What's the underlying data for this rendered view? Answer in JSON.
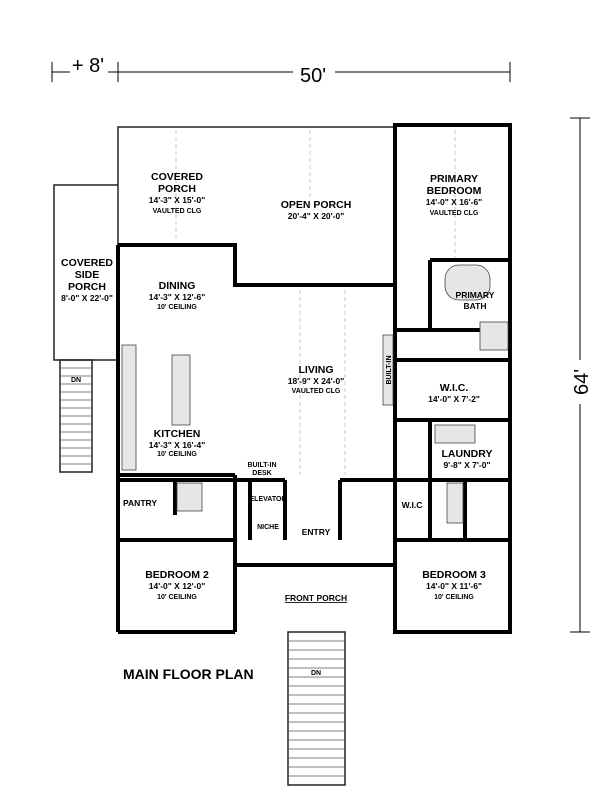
{
  "dimensions": {
    "extension": "+ 8'",
    "width": "50'",
    "depth": "64'"
  },
  "title": "MAIN FLOOR PLAN",
  "rooms": {
    "covered_porch": {
      "name1": "COVERED",
      "name2": "PORCH",
      "size": "14'-3\" X 15'-0\"",
      "note": "VAULTED CLG"
    },
    "open_porch": {
      "name": "OPEN PORCH",
      "size": "20'-4\" X 20'-0\""
    },
    "primary_bedroom": {
      "name1": "PRIMARY",
      "name2": "BEDROOM",
      "size": "14'-0\" X 16'-6\"",
      "note": "VAULTED CLG"
    },
    "covered_side_porch": {
      "name1": "COVERED",
      "name2": "SIDE",
      "name3": "PORCH",
      "size": "8'-0\" X 22'-0\""
    },
    "dining": {
      "name": "DINING",
      "size": "14'-3\" X 12'-6\"",
      "note": "10' CEILING"
    },
    "primary_bath": {
      "name1": "PRIMARY",
      "name2": "BATH"
    },
    "living": {
      "name": "LIVING",
      "size": "18'-9\" X 24'-0\"",
      "note": "VAULTED CLG"
    },
    "built_in": {
      "name": "BUILT-IN"
    },
    "wic_primary": {
      "name": "W.I.C.",
      "size": "14'-0\" X 7'-2\""
    },
    "kitchen": {
      "name": "KITCHEN",
      "size": "14'-3\" X 16'-4\"",
      "note": "10' CEILING"
    },
    "built_in_desk": {
      "name1": "BUILT-IN",
      "name2": "DESK"
    },
    "laundry": {
      "name": "LAUNDRY",
      "size": "9'-8\" X 7'-0\""
    },
    "pantry": {
      "name": "PANTRY"
    },
    "elevator": {
      "name": "ELEVATOR"
    },
    "niche": {
      "name": "NICHE"
    },
    "wic": {
      "name": "W.I.C"
    },
    "entry": {
      "name": "ENTRY"
    },
    "bedroom2": {
      "name": "BEDROOM 2",
      "size": "14'-0\" X 12'-0\"",
      "note": "10' CEILING"
    },
    "front_porch": {
      "name": "FRONT PORCH"
    },
    "bedroom3": {
      "name": "BEDROOM 3",
      "size": "14'-0\" X 11'-6\"",
      "note": "10' CEILING"
    }
  },
  "stairs": {
    "side_label": "DN",
    "front_label": "DN"
  }
}
